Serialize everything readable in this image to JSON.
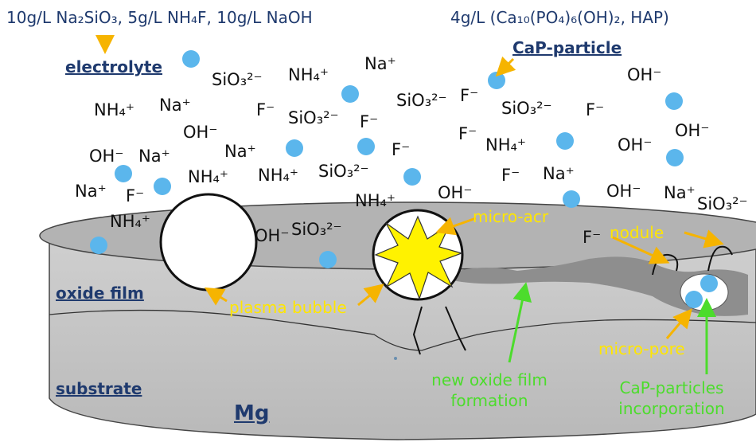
{
  "header": {
    "electrolyte_recipe": "10g/L Na₂SiO₃, 5g/L NH₄F, 10g/L NaOH",
    "cap_recipe": "4g/L (Ca₁₀(PO₄)₆(OH)₂, HAP)",
    "electrolyte_label": "electrolyte",
    "cap_particle_label": "CaP-particle"
  },
  "ions": {
    "sio3": "SiO₃²⁻",
    "nh4": "NH₄⁺",
    "na": "Na⁺",
    "f": "F⁻",
    "oh": "OH⁻"
  },
  "annotations": {
    "micro_arc": "micro-acr",
    "nodule": "nodule",
    "plasma_bubble": "plasma bubble",
    "micro_pore": "micro-pore",
    "new_oxide_film": "new oxide film formation",
    "cap_incorporation": "CaP-particles incorporation"
  },
  "layers": {
    "oxide_film": "oxide film",
    "substrate": "substrate",
    "metal": "Mg"
  },
  "colors": {
    "header_text": "#1f3a6e",
    "particle": "#5bb6ec",
    "arrow": "#f6b400",
    "annotation_yellow": "#ffe600",
    "annotation_green": "#4cdc2c",
    "disc_top": "#b3b3b3",
    "disc_side": "#c8c8c8",
    "spark": "#fff200"
  }
}
